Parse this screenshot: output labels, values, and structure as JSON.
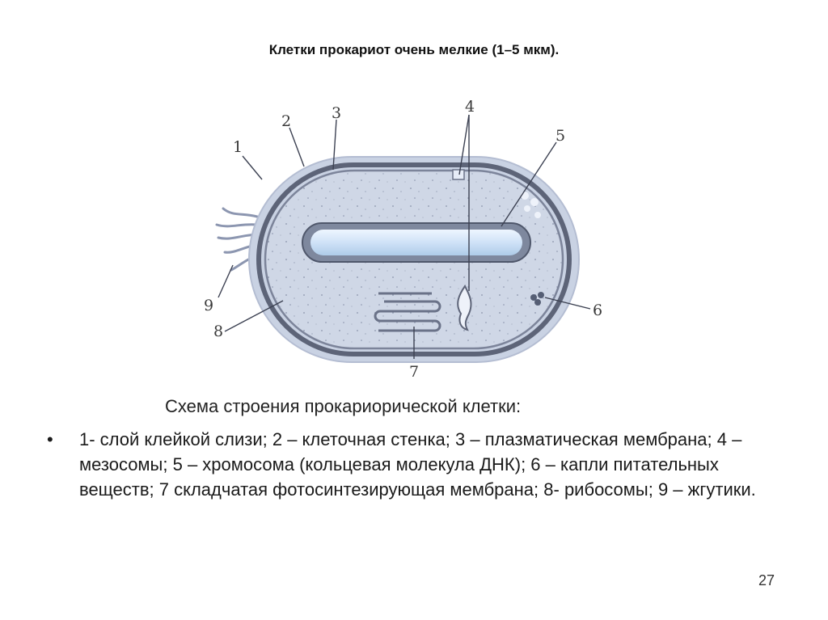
{
  "slide": {
    "title": "Клетки прокариот очень мелкие (1–5 мкм).",
    "caption": "Схема  строения прокариорической клетки:",
    "bullet_symbol": "•",
    "bullet_text": "1- слой клейкой слизи; 2 – клеточная стенка; 3 – плазматическая мембрана; 4 – мезосомы; 5 – хромосома (кольцевая молекула ДНК); 6 – капли питательных веществ; 7 складчатая фотосинтезирующая мембрана; 8- рибосомы; 9 – жгутики.",
    "page_number": "27"
  },
  "diagram": {
    "labels": [
      "1",
      "2",
      "3",
      "4",
      "5",
      "6",
      "7",
      "8",
      "9"
    ]
  }
}
